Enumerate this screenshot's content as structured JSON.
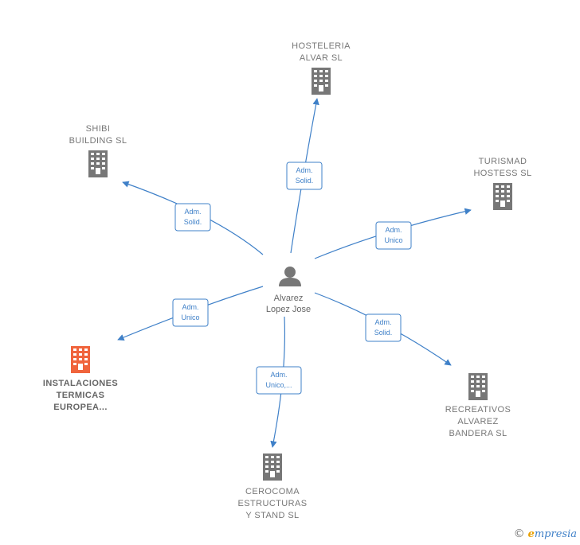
{
  "center": {
    "name_lines": [
      "Alvarez",
      "Lopez Jose"
    ],
    "icon": "person-icon"
  },
  "nodes": [
    {
      "id": "hosteleria",
      "name_lines": [
        "HOSTELERIA",
        "ALVAR  SL"
      ],
      "edge_lines": [
        "Adm.",
        "Solid."
      ],
      "highlight": false,
      "icon": "building-icon"
    },
    {
      "id": "shibi",
      "name_lines": [
        "SHIBI",
        "BUILDING  SL"
      ],
      "edge_lines": [
        "Adm.",
        "Solid."
      ],
      "highlight": false,
      "icon": "building-icon"
    },
    {
      "id": "turismad",
      "name_lines": [
        "TURISMAD",
        "HOSTESS  SL"
      ],
      "edge_lines": [
        "Adm.",
        "Unico"
      ],
      "highlight": false,
      "icon": "building-icon"
    },
    {
      "id": "instalaciones",
      "name_lines": [
        "INSTALACIONES",
        "TERMICAS",
        "EUROPEA..."
      ],
      "edge_lines": [
        "Adm.",
        "Unico"
      ],
      "highlight": true,
      "icon": "building-icon"
    },
    {
      "id": "recreativos",
      "name_lines": [
        "RECREATIVOS",
        "ALVAREZ",
        "BANDERA SL"
      ],
      "edge_lines": [
        "Adm.",
        "Solid."
      ],
      "highlight": false,
      "icon": "building-icon"
    },
    {
      "id": "cerocoma",
      "name_lines": [
        "CEROCOMA",
        "ESTRUCTURAS",
        "Y STAND SL"
      ],
      "edge_lines": [
        "Adm.",
        "Unico,..."
      ],
      "highlight": false,
      "icon": "building-icon"
    }
  ],
  "colors": {
    "edge": "#3f80c8",
    "building": "#777777",
    "highlight": "#f0643c",
    "person": "#777777"
  },
  "footer": {
    "copyright": "©",
    "brand_first": "e",
    "brand_rest": "mpresia"
  }
}
